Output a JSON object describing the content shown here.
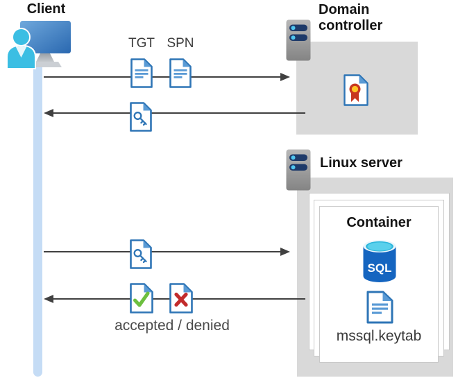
{
  "client": {
    "label": "Client"
  },
  "domain_controller": {
    "label": "Domain controller"
  },
  "linux_server": {
    "label": "Linux server"
  },
  "container": {
    "label": "Container",
    "database_label": "SQL",
    "keytab_label": "mssql.keytab"
  },
  "flows": {
    "request_ticket": {
      "tgt_label": "TGT",
      "spn_label": "SPN"
    },
    "result_caption": "accepted / denied"
  },
  "icons": {
    "client": "user-at-monitor-icon",
    "servers": "server-rack-icon",
    "certificate": "certificate-document-icon",
    "ticket": "document-lines-icon",
    "key": "document-key-icon",
    "accepted": "document-check-icon",
    "denied": "document-x-icon",
    "database": "sql-database-icon"
  },
  "colors": {
    "doc_border": "#2e75b6",
    "doc_fold": "#5b9bd5",
    "box_gray": "#d9d9d9",
    "arrow": "#404040",
    "lifeline": "#c5dcf5",
    "check_green": "#6cbf3f",
    "deny_red": "#c22b2b",
    "cert_yellow": "#ffc425",
    "cert_red": "#c8371f",
    "sql_body_blue": "#1565c0",
    "sql_top_cyan": "#49c9e9",
    "server_bar_navy": "#1e3a69",
    "server_dot_blue": "#4fc6f0",
    "person_cyan": "#3bbee3"
  }
}
